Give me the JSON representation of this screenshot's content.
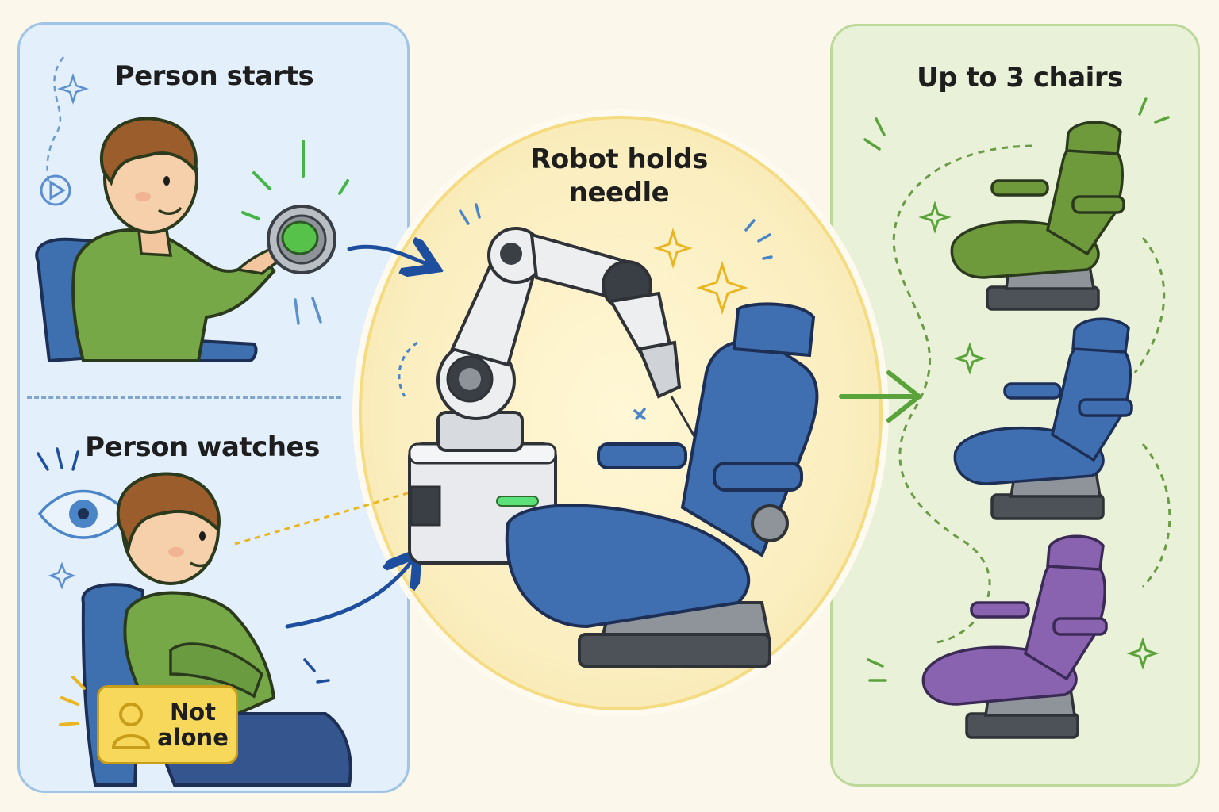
{
  "panels": {
    "left": {
      "top_heading": "Person starts",
      "bottom_heading": "Person watches",
      "badge_text": "Not\nalone"
    },
    "center": {
      "heading": "Robot holds\nneedle"
    },
    "right": {
      "heading": "Up to 3 chairs"
    }
  },
  "colors": {
    "left_panel": "#e3effb",
    "center_oval": "#fbeec0",
    "right_panel": "#e9f1d9",
    "arrow_blue": "#1e4f9e",
    "arrow_green": "#5aa33a",
    "chair_blue": "#3f6fb0",
    "chair_green": "#6f9a3c",
    "chair_purple": "#8a63b0",
    "badge": "#f8d85a"
  },
  "icons": [
    "sparkle-icon",
    "eye-icon",
    "play-icon",
    "user-icon",
    "green-button-icon"
  ]
}
